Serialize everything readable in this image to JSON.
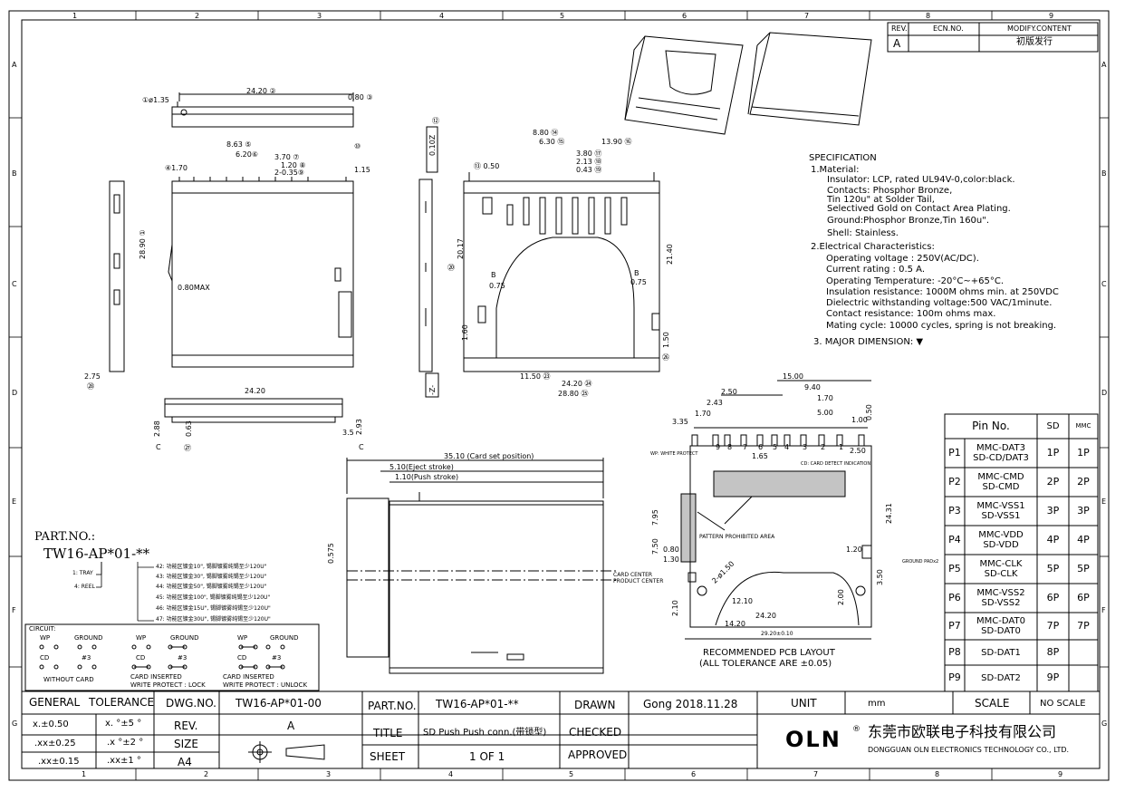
{
  "frame": {
    "col_labels": [
      "1",
      "2",
      "3",
      "4",
      "5",
      "6",
      "7",
      "8",
      "9"
    ],
    "row_labels": [
      "A",
      "B",
      "C",
      "D",
      "E",
      "F",
      "G"
    ]
  },
  "revision": {
    "header_rev": "REV.",
    "header_ecn": "ECN.NO.",
    "header_modify": "MODIFY.CONTENT",
    "rev": "A",
    "content": "初版发行"
  },
  "specification": {
    "title": "SPECIFICATION",
    "material_title": "1.Material:",
    "material_lines": [
      "Insulator: LCP, rated UL94V-0,color:black.",
      "Contacts: Phosphor Bronze,",
      "Tin 120u\" at Solder Tail,",
      "Selectived Gold on Contact Area Plating.",
      "Ground:Phosphor Bronze,Tin 160u\".",
      "Shell: Stainless."
    ],
    "electrical_title": "2.Electrical Characteristics:",
    "electrical_lines": [
      "Operating voltage : 250V(AC/DC).",
      "Current rating : 0.5 A.",
      "Operating Temperature: -20°C~+65°C.",
      "Insulation resistance: 1000M ohms min. at 250VDC",
      "Dielectric withstanding voltage:500 VAC/1minute.",
      "Contact resistance: 100m ohms max.",
      "Mating cycle: 10000 cycles, spring is not breaking."
    ],
    "major_dimension": "3. MAJOR DIMENSION: ▼"
  },
  "pin_table": {
    "header": "Pin No.",
    "col_sd": "SD",
    "col_mmc": "MMC",
    "rows": [
      {
        "pin": "P1",
        "name": "MMC-DAT3\nSD-CD/DAT3",
        "sd": "1P",
        "mmc": "1P"
      },
      {
        "pin": "P2",
        "name": "MMC-CMD\nSD-CMD",
        "sd": "2P",
        "mmc": "2P"
      },
      {
        "pin": "P3",
        "name": "MMC-VSS1\nSD-VSS1",
        "sd": "3P",
        "mmc": "3P"
      },
      {
        "pin": "P4",
        "name": "MMC-VDD\nSD-VDD",
        "sd": "4P",
        "mmc": "4P"
      },
      {
        "pin": "P5",
        "name": "MMC-CLK\nSD-CLK",
        "sd": "5P",
        "mmc": "5P"
      },
      {
        "pin": "P6",
        "name": "MMC-VSS2\nSD-VSS2",
        "sd": "6P",
        "mmc": "6P"
      },
      {
        "pin": "P7",
        "name": "MMC-DAT0\nSD-DAT0",
        "sd": "7P",
        "mmc": "7P"
      },
      {
        "pin": "P8",
        "name": "SD-DAT1",
        "sd": "8P",
        "mmc": ""
      },
      {
        "pin": "P9",
        "name": "SD-DAT2",
        "sd": "9P",
        "mmc": ""
      }
    ]
  },
  "part_no": {
    "label": "PART.NO.:",
    "code": "TW16-AP*01-**",
    "tray": "1: TRAY",
    "reel": "4: REEL",
    "options": [
      "42: 功能区镀金10\", 锡脚镀雾纯锡至少120U\"",
      "43: 功能区镀金30\", 锡脚镀雾纯锡至少120U\"",
      "44: 功能区镀金50\", 锡脚镀雾纯锡至少120U\"",
      "45: 功能区镀金100\", 锡脚镀雾纯锡至少120U\"",
      "46: 功能区镀金15U\", 锡脚镀雾纯锡至少120U\"",
      "47: 功能区镀金30U\", 锡脚镀雾纯锡至少120U\""
    ]
  },
  "circuit": {
    "title": "CIRCUIT:",
    "wp": "WP",
    "ground": "GROUND",
    "cd": "CD",
    "n3": "#3",
    "state1": "WITHOUT CARD",
    "state2a": "CARD INSERTED",
    "state2b": "WRITE PROTECT : LOCK",
    "state3a": "CARD INSERTED",
    "state3b": "WRITE PROTECT : UNLOCK"
  },
  "dimensions": {
    "top_view": [
      "①ø1.35",
      "24.20 ②",
      "0.80 ③"
    ],
    "front": [
      "8.63 ⑤",
      "6.20⑥",
      "3.70 ⑦",
      "1.20 ⑧",
      "2-0.35⑨",
      "④1.70",
      "⑩",
      "1.15",
      "28.90 ①",
      "0.80MAX",
      "2.75",
      "㉘",
      "24.20",
      "2.88",
      "0.63",
      "㉗",
      "3.5",
      "2.93",
      "C",
      "C"
    ],
    "side": [
      "⑫",
      "0.10Z",
      "-Z-"
    ],
    "bottom": [
      "8.80 ⑭",
      "6.30 ⑮",
      "3.80 ⑰",
      "2.13 ⑱",
      "0.43 ⑲",
      "13.90 ⑯",
      "⑬ 0.50",
      "20.17",
      "⑳",
      "21.40",
      "B",
      "0.75",
      "B",
      "0.75",
      "1.60",
      "1.50",
      "㉖",
      "11.50 ㉓",
      "24.20 ㉔",
      "28.80 ㉕"
    ],
    "card": [
      "35.10 (Card set position)",
      "5.10(Eject stroke)",
      "1.10(Push stroke)",
      "0.575",
      "CARD CENTER",
      "PRODUCT CENTER"
    ],
    "pcb": [
      "15.00",
      "9.40",
      "2.50",
      "1.70",
      "2.43",
      "5.00",
      "1.70",
      "3.35",
      "1.00",
      "0.50",
      "WP: WHITE PROTECT",
      "1.65",
      "2.50",
      "CD: CARD DETECT INDICATION",
      "PATTERN PROHIBITED AREA",
      "7.95",
      "7.50",
      "0.80",
      "1.30",
      "2-ø1.50",
      "12.10",
      "24.20",
      "14.20",
      "2.10",
      "2.00",
      "1.20",
      "3.50",
      "GROUND PADx2",
      "24.31",
      "29.20±0.10"
    ],
    "pcb_pins": [
      "9",
      "8",
      "7",
      "6",
      "5",
      "4",
      "3",
      "2",
      "1"
    ]
  },
  "pcb_caption": {
    "line1": "RECOMMENDED PCB LAYOUT",
    "line2": "(ALL TOLERANCE ARE ±0.05)"
  },
  "title_block": {
    "general": "GENERAL",
    "tolerance": "TOLERANCE",
    "dwg_no_label": "DWG.NO.",
    "dwg_no": "TW16-AP*01-00",
    "part_no_label": "PART.NO.",
    "part_no": "TW16-AP*01-**",
    "drawn_label": "DRAWN",
    "drawn": "Gong 2018.11.28",
    "unit_label": "UNIT",
    "unit": "mm",
    "scale_label": "SCALE",
    "scale": "NO SCALE",
    "tol_1a": "x.±0.50",
    "tol_1b": "x. °±5 °",
    "rev_label": "REV.",
    "rev": "A",
    "title_label": "TITLE",
    "title": "SD Push Push conn.(带锁型)",
    "checked_label": "CHECKED",
    "tol_2a": ".xx±0.25",
    "tol_2b": ".x °±2 °",
    "size_label": "SIZE",
    "size": "A4",
    "sheet_label": "SHEET",
    "sheet": "1 OF 1",
    "approved_label": "APPROVED",
    "tol_3a": ".xx±0.15",
    "tol_3b": ".xx±1 °",
    "logo": "OLN",
    "company_cn": "东莞市欧联电子科技有限公司",
    "company_en": "DONGGUAN OLN ELECTRONICS TECHNOLOGY CO., LTD."
  }
}
